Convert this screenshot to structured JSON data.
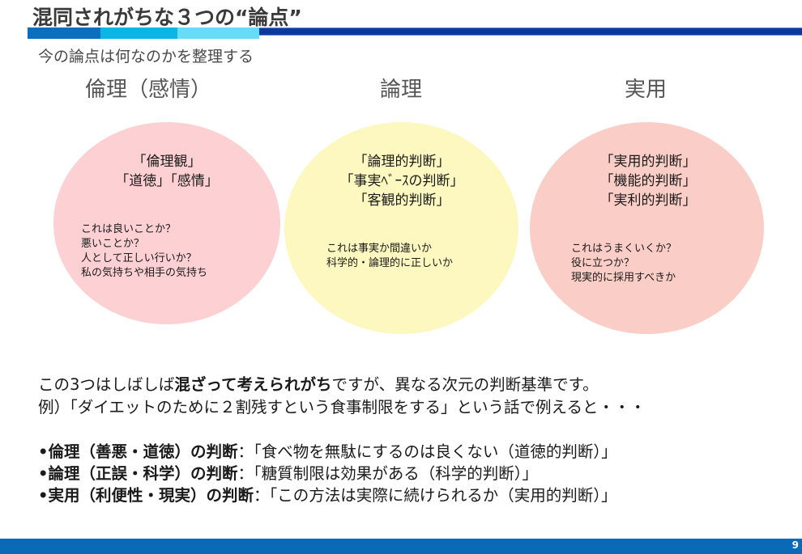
{
  "header": {
    "title": "混同されがちな３つの“論点”",
    "subtitle": "今の論点は何なのかを整理する",
    "accent_colors": [
      "#0a6fbf",
      "#0bb5e6",
      "#66dcf7",
      "#0a3a9e"
    ]
  },
  "columns": [
    {
      "heading": "倫理（感情）",
      "circle_color": "#fdd0d3",
      "keywords": [
        "「倫理観」",
        "「道徳」「感情」"
      ],
      "questions": [
        "これは良いことか？",
        "悪いことか？",
        "人として正しい行いか？",
        "私の気持ちや相手の気持ち"
      ]
    },
    {
      "heading": "論理",
      "circle_color": "#fcf8c0",
      "keywords": [
        "「論理的判断」",
        "「事実ﾍﾞｰｽの判断」",
        "「客観的判断」"
      ],
      "questions": [
        "これは事実か間違いか",
        "科学的・論理的に正しいか"
      ]
    },
    {
      "heading": "実用",
      "circle_color": "#fbcdc7",
      "keywords": [
        "「実用的判断」",
        "「機能的判断」",
        "「実利的判断」"
      ],
      "questions": [
        "これはうまくいくか？",
        "役に立つか？",
        "現実的に採用すべきか"
      ]
    }
  ],
  "summary": {
    "line1_pre": "この3つはしばしば",
    "line1_bold": "混ざって考えられがち",
    "line1_post": "ですが、異なる次元の判断基準です。",
    "line2": "例）「ダイエットのために２割残すという食事制限をする」という話で例えると・・・"
  },
  "bullets": [
    {
      "label": "•倫理（善悪・道徳）の判断",
      "text": "：「食べ物を無駄にするのは良くない（道徳的判断）」"
    },
    {
      "label": "•論理（正誤・科学）の判断",
      "text": "：「糖質制限は効果がある（科学的判断）」"
    },
    {
      "label": "•実用（利便性・現実）の判断",
      "text": "：「この方法は実際に続けられるか（実用的判断）」"
    }
  ],
  "footer": {
    "page_number": "9",
    "color": "#0a6ab8"
  }
}
